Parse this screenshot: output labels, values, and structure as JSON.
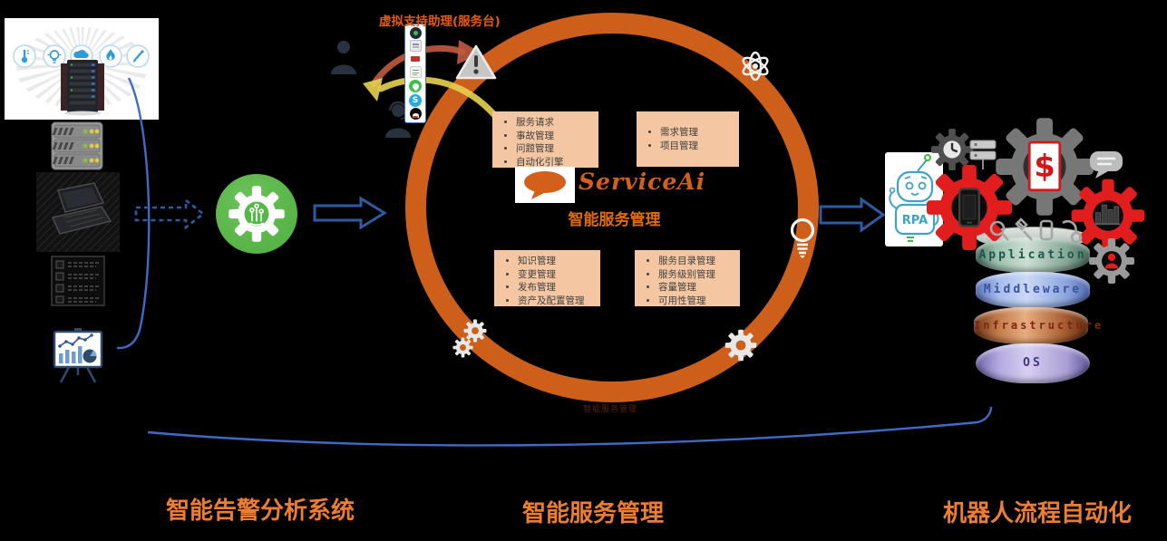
{
  "sections": {
    "left_label": "智能告警分析系统",
    "middle_label": "智能服务管理",
    "right_label": "机器人流程自动化"
  },
  "virtual_assistant": {
    "title": "虚拟支持助理(服务台)",
    "channel_icons": [
      "wechat-work-icon",
      "mail-icon",
      "red-app-icon",
      "webpage-icon",
      "wechat-icon",
      "skype-icon",
      "qq-icon"
    ],
    "skype_glyph": "S"
  },
  "alert_sources": {
    "monitor_icons": [
      "thermometer-icon",
      "lightbulb-icon",
      "rain-cloud-icon",
      "flame-icon",
      "pen-icon"
    ],
    "device_icons": [
      "server-rack-icon",
      "server-leds-icon",
      "laptop-icon",
      "server-unit-icon",
      "analytics-board-icon"
    ]
  },
  "service_circle": {
    "logo_text": "ServiceAi",
    "title": "智能服务管理",
    "ring_caption": "智能服务管理",
    "boxes": {
      "top_left": [
        "服务请求",
        "事故管理",
        "问题管理",
        "自动化引擎"
      ],
      "top_right": [
        "需求管理",
        "项目管理"
      ],
      "bottom_left": [
        "知识管理",
        "变更管理",
        "发布管理",
        "资产及配置管理"
      ],
      "bottom_right": [
        "服务目录管理",
        "服务级别管理",
        "容量管理",
        "可用性管理"
      ]
    },
    "ring_icons": [
      "warning-triangle-icon",
      "atom-icon",
      "lightbulb-icon",
      "gear-icon"
    ]
  },
  "rpa": {
    "label": "RPA",
    "dollar_glyph": "$"
  },
  "stack": {
    "layers": [
      "Application",
      "Middleware",
      "Infrastructure",
      "OS"
    ]
  },
  "colors": {
    "background": "#000000",
    "ring_orange": "#CE5F1B",
    "accent_orange": "#ED7D31",
    "peach_box": "#F4C7A2",
    "arrow_blue": "#2E5B9F",
    "curve_blue": "#3E6BC8",
    "engine_green": "#57B847",
    "gear_red": "#E11D1D",
    "salmon_arrow": "#C05A40",
    "yellow_arrow": "#E3CE4D"
  }
}
